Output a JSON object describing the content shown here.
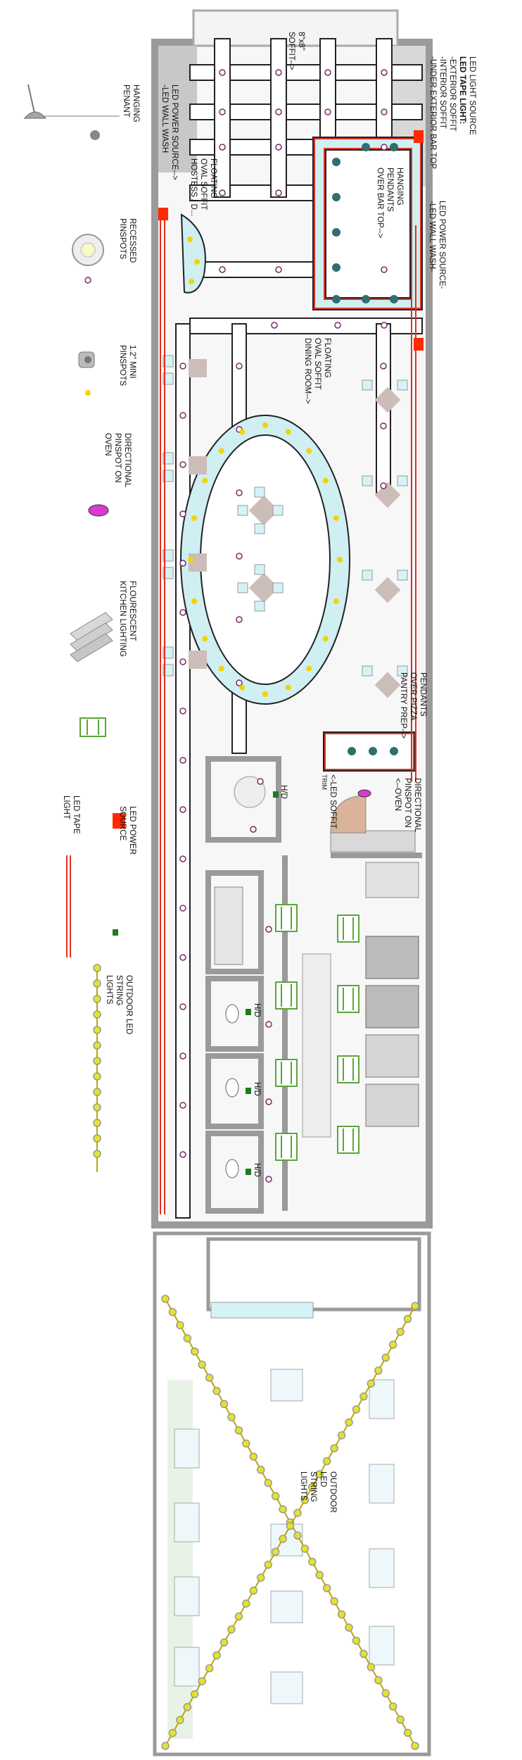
{
  "legend": {
    "hanging_pendant": {
      "line1": "HANGING",
      "line2": "PENANT"
    },
    "recessed_pinspots": {
      "line1": "RECESSED",
      "line2": "PINSPOTS"
    },
    "mini_pinspots": {
      "line1": "1.2\" MINI",
      "line2": "PINSPOTS"
    },
    "directional_pinspot": {
      "line1": "DIRECTIONAL",
      "line2": "PINSPOT ON",
      "line3": "OVEN"
    },
    "fluorescent": {
      "line1": "FLOURESCENT",
      "line2": "KITCHEN LIGHTING"
    },
    "led_power_source": {
      "line1": "LED POWER",
      "line2": "SOURCE"
    },
    "led_tape": {
      "line1": "LED TAPE",
      "line2": "LIGHT"
    },
    "string_lights": {
      "line1": "OUTDOOR LED",
      "line2": "STRING",
      "line3": "LIGHTS"
    }
  },
  "notes": {
    "led_light_source": {
      "line1": "LED LIGHT SOURCE",
      "line2": "LED TAPE LIGHT:",
      "line3": "-EXTERIOR SOFFIT",
      "line4": "-INTERIOR SOFFIT",
      "line5": "-UNDER EXTERIOR BAR TOP"
    }
  },
  "callouts": {
    "soffit": {
      "line1": "8\"x8\"",
      "line2": "SOFFIT-->"
    },
    "wall_wash_left": {
      "line1": "LED POWER SOURCE-->",
      "line2": "-LED WALL WASH"
    },
    "host_soffit": {
      "line1": "FLOATING",
      "line2": "OVAL SOFFIT",
      "line3": "HOSTESS / D..."
    },
    "bar_pendants": {
      "line1": "HANGING",
      "line2": "PENDANTS",
      "line3": "OVER BAR TOP-->"
    },
    "wall_wash_right": {
      "line1": "LED POWER SOURCE-",
      "line2": "-LED WALL WASH-"
    },
    "dining_soffit": {
      "line1": "FLOATING",
      "line2": "OVAL SOFFIT",
      "line3": "DINING ROOM-->"
    },
    "pizza_pendants": {
      "line1": "PENDANTS",
      "line2": "OVER PIZZA",
      "line3": "PANTRY PREP-->"
    },
    "led_soffit": {
      "line1": "<-LED SOFFIT",
      "line2": "TRIM"
    },
    "oven_pinspot": {
      "line1": "DIRECTIONAL",
      "line2": "PINSPOT ON",
      "line3": "<--OVEN"
    },
    "hd1": "H/D",
    "hd2": "H/D",
    "hd3": "H/D",
    "hd4": "H/D",
    "patio_lights": {
      "line1": "OUTDOOR",
      "line2": "LED",
      "line3": "STRING",
      "line4": "LIGHTS"
    }
  },
  "colors": {
    "wall": "#9a9a9a",
    "soffit_fill": "#cfeff3",
    "led_tape": "#e03020",
    "power_source": "#ff2a00",
    "pinspot": "#7a2a6a",
    "mini_pinspot": "#f2d400",
    "pendant": "#2f6e72",
    "fluorescent": "#5aa53a",
    "hd_marker": "#1f7a20",
    "string_light": "#e6e22a",
    "oven_pinspot": "#d93ad0",
    "patio": "#e9f2e6"
  },
  "icons": [
    "hanging-pendant-icon",
    "recessed-pinspot-icon",
    "mini-pinspot-icon",
    "directional-pinspot-icon",
    "fluorescent-fixture-icon",
    "led-power-source-icon",
    "led-tape-icon",
    "string-lights-icon"
  ]
}
